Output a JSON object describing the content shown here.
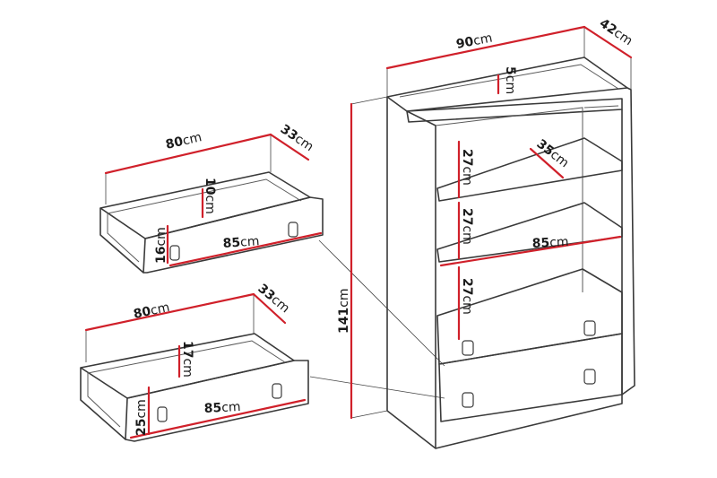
{
  "colors": {
    "outline": "#3a3a3a",
    "dimension": "#d0202a",
    "label": "#1a1a1a"
  },
  "drawer_small": {
    "width": {
      "num": "80",
      "unit": "cm"
    },
    "depth": {
      "num": "33",
      "unit": "cm"
    },
    "inner_height": {
      "num": "10",
      "unit": "cm"
    },
    "front_height": {
      "num": "16",
      "unit": "cm"
    },
    "inner_width": {
      "num": "85",
      "unit": "cm"
    }
  },
  "drawer_large": {
    "width": {
      "num": "80",
      "unit": "cm"
    },
    "depth": {
      "num": "33",
      "unit": "cm"
    },
    "inner_height": {
      "num": "17",
      "unit": "cm"
    },
    "front_height": {
      "num": "25",
      "unit": "cm"
    },
    "inner_width": {
      "num": "85",
      "unit": "cm"
    }
  },
  "cabinet": {
    "width": {
      "num": "90",
      "unit": "cm"
    },
    "depth": {
      "num": "42",
      "unit": "cm"
    },
    "top_gap": {
      "num": "5",
      "unit": "cm"
    },
    "height": {
      "num": "141",
      "unit": "cm"
    },
    "shelf_depth": {
      "num": "35",
      "unit": "cm"
    },
    "shelf_width": {
      "num": "85",
      "unit": "cm"
    },
    "shelf_spacing_1": {
      "num": "27",
      "unit": "cm"
    },
    "shelf_spacing_2": {
      "num": "27",
      "unit": "cm"
    },
    "shelf_spacing_3": {
      "num": "27",
      "unit": "cm"
    }
  }
}
